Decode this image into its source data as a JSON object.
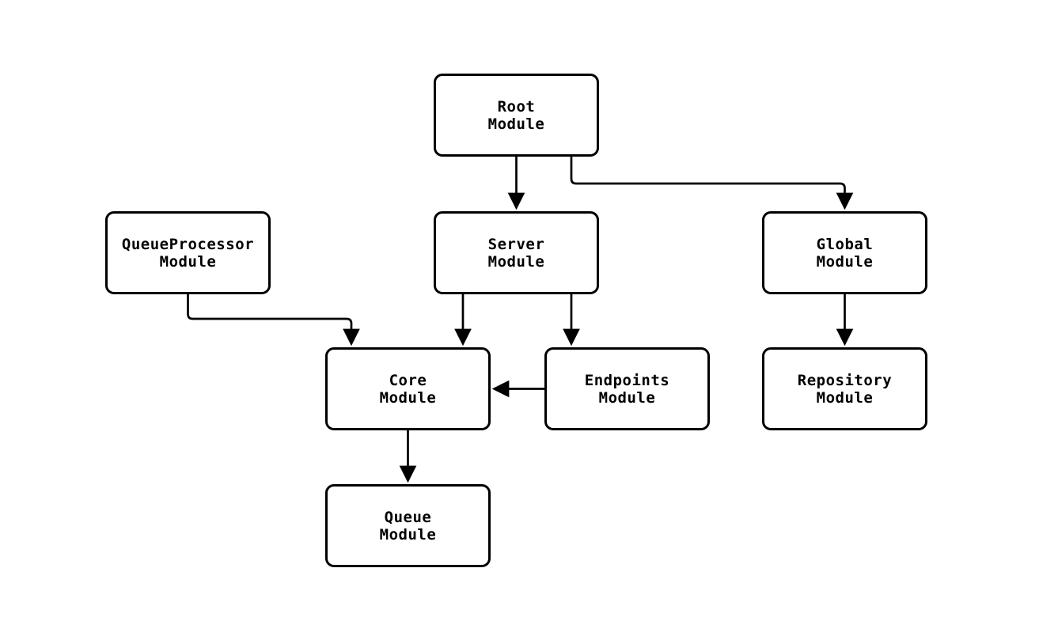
{
  "diagram": {
    "type": "flowchart",
    "background_color": "#ffffff",
    "stroke_color": "#000000",
    "text_color": "#000000",
    "node_fill": "#ffffff",
    "nodes": {
      "root": {
        "label": "Root\nModule"
      },
      "queueprocessor": {
        "label": "QueueProcessor\nModule"
      },
      "server": {
        "label": "Server\nModule"
      },
      "global": {
        "label": "Global\nModule"
      },
      "core": {
        "label": "Core\nModule"
      },
      "endpoints": {
        "label": "Endpoints\nModule"
      },
      "repository": {
        "label": "Repository\nModule"
      },
      "queue": {
        "label": "Queue\nModule"
      }
    },
    "edges": [
      {
        "from": "Root Module",
        "to": "Server Module"
      },
      {
        "from": "Root Module",
        "to": "Global Module"
      },
      {
        "from": "QueueProcessor Module",
        "to": "Core Module"
      },
      {
        "from": "Server Module",
        "to": "Core Module"
      },
      {
        "from": "Server Module",
        "to": "Endpoints Module"
      },
      {
        "from": "Endpoints Module",
        "to": "Core Module"
      },
      {
        "from": "Global Module",
        "to": "Repository Module"
      },
      {
        "from": "Core Module",
        "to": "Queue Module"
      }
    ]
  }
}
